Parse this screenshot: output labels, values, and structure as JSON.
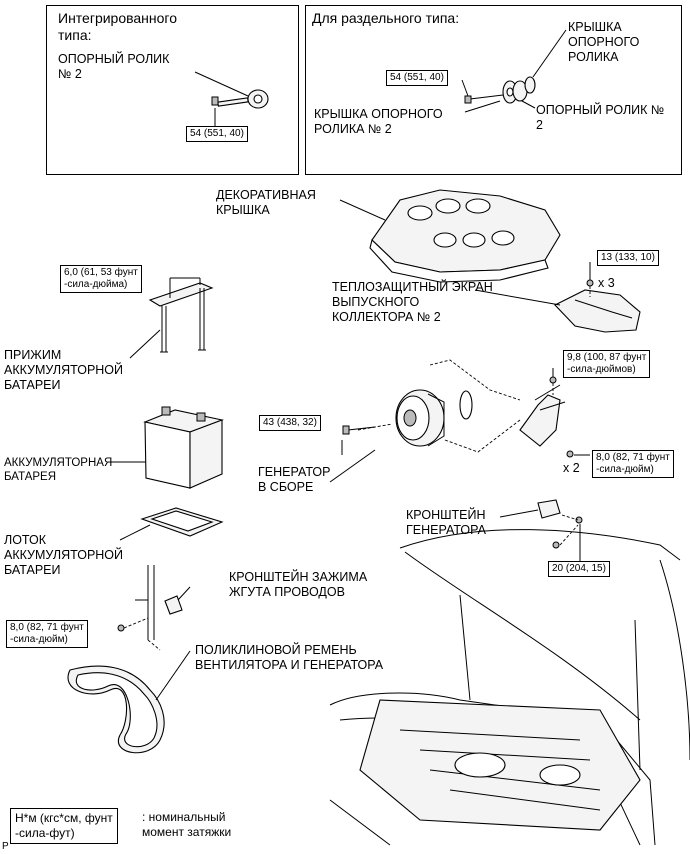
{
  "integrated_box": {
    "title": "Интегрированного\nтипа:",
    "idler_label": "ОПОРНЫЙ РОЛИК\n№ 2",
    "torque": "54 (551, 40)"
  },
  "separate_box": {
    "title": "Для раздельного типа:",
    "cover_label": "КРЫШКА\nОПОРНОГО\nРОЛИКА",
    "torque": "54 (551, 40)",
    "cover2_label": "КРЫШКА ОПОРНОГО\nРОЛИКА № 2",
    "idler2_label": "ОПОРНЫЙ РОЛИК №\n2"
  },
  "parts": {
    "decorative_cover": "ДЕКОРАТИВНАЯ\nКРЫШКА",
    "heat_shield": "ТЕПЛОЗАЩИТНЫЙ ЭКРАН\nВЫПУСКНОГО\nКОЛЛЕКТОРА № 2",
    "heat_shield_torque": "13 (133, 10)",
    "heat_shield_qty": "x 3",
    "battery_clamp_torque": "6,0 (61, 53 фунт\n-сила-дюйма)",
    "battery_clamp": "ПРИЖИМ\nАККУМУЛЯТОРНОЙ\nБАТАРЕИ",
    "battery": "АККУМУЛЯТОРНАЯ\nБАТАРЕЯ",
    "alt_top_torque": "9,8 (100, 87 фунт\n-сила-дюймов)",
    "alt_bolt_torque": "43 (438, 32)",
    "alt_right_torque": "8,0 (82, 71 фунт\n-сила-дюйм)",
    "alt_right_qty": "x 2",
    "alternator": "ГЕНЕРАТОР\nВ СБОРЕ",
    "alt_bracket": "КРОНШТЕЙН\nГЕНЕРАТОРА",
    "alt_bracket_torque": "20 (204, 15)",
    "battery_tray": "ЛОТОК\nАККУМУЛЯТОРНОЙ\nБАТАРЕИ",
    "harness_bracket": "КРОНШТЕЙН ЗАЖИМА\nЖГУТА ПРОВОДОВ",
    "harness_torque": "8,0 (82, 71 фунт\n-сила-дюйм)",
    "belt": "ПОЛИКЛИНОВОЙ РЕМЕНЬ\nВЕНТИЛЯТОРА И ГЕНЕРАТОРА"
  },
  "legend": {
    "unit_box": "Н*м (кгс*см, фунт\n-сила-фут)",
    "description": ": номинальный\nмомент затяжки",
    "corner_mark": "P"
  }
}
